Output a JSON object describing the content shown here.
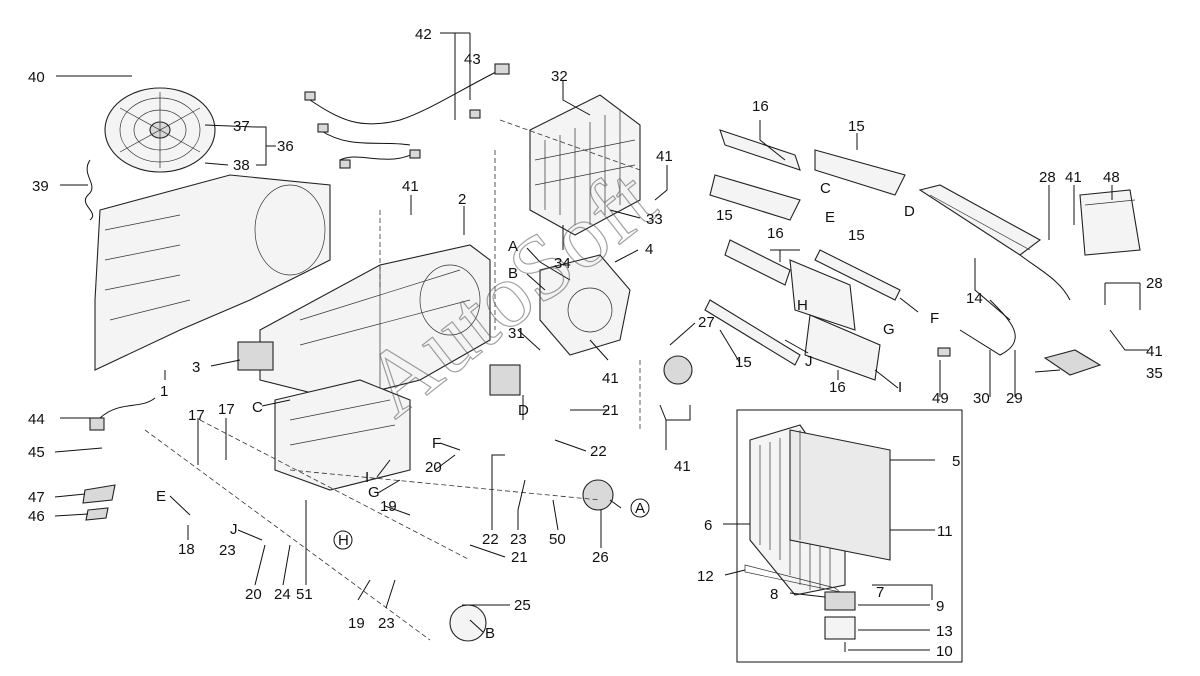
{
  "watermark": "AutoSoft",
  "callouts": [
    {
      "id": "c40",
      "text": "40"
    },
    {
      "id": "c42",
      "text": "42"
    },
    {
      "id": "c43",
      "text": "43"
    },
    {
      "id": "c32",
      "text": "32"
    },
    {
      "id": "c16a",
      "text": "16"
    },
    {
      "id": "c15a",
      "text": "15"
    },
    {
      "id": "c37",
      "text": "37"
    },
    {
      "id": "c36",
      "text": "36"
    },
    {
      "id": "c38",
      "text": "38"
    },
    {
      "id": "c39",
      "text": "39"
    },
    {
      "id": "c41a",
      "text": "41"
    },
    {
      "id": "c41b",
      "text": "41"
    },
    {
      "id": "c2",
      "text": "2"
    },
    {
      "id": "c33",
      "text": "33"
    },
    {
      "id": "c34",
      "text": "34"
    },
    {
      "id": "cC1",
      "text": "C"
    },
    {
      "id": "cD1",
      "text": "D"
    },
    {
      "id": "cE1",
      "text": "E"
    },
    {
      "id": "c28a",
      "text": "28"
    },
    {
      "id": "c41c",
      "text": "41"
    },
    {
      "id": "c48",
      "text": "48"
    },
    {
      "id": "c15b",
      "text": "15"
    },
    {
      "id": "c16b",
      "text": "16"
    },
    {
      "id": "c15c",
      "text": "15"
    },
    {
      "id": "cA1",
      "text": "A"
    },
    {
      "id": "cB1",
      "text": "B"
    },
    {
      "id": "c4",
      "text": "4"
    },
    {
      "id": "cH1",
      "text": "H"
    },
    {
      "id": "cG1",
      "text": "G"
    },
    {
      "id": "cF1",
      "text": "F"
    },
    {
      "id": "c14",
      "text": "14"
    },
    {
      "id": "c28b",
      "text": "28"
    },
    {
      "id": "c27",
      "text": "27"
    },
    {
      "id": "c31",
      "text": "31"
    },
    {
      "id": "c41d",
      "text": "41"
    },
    {
      "id": "c15d",
      "text": "15"
    },
    {
      "id": "cJ1",
      "text": "J"
    },
    {
      "id": "c16c",
      "text": "16"
    },
    {
      "id": "cI1",
      "text": "I"
    },
    {
      "id": "c41e",
      "text": "41"
    },
    {
      "id": "c49",
      "text": "49"
    },
    {
      "id": "c30",
      "text": "30"
    },
    {
      "id": "c29",
      "text": "29"
    },
    {
      "id": "c35",
      "text": "35"
    },
    {
      "id": "c3",
      "text": "3"
    },
    {
      "id": "c1",
      "text": "1"
    },
    {
      "id": "cC2",
      "text": "C"
    },
    {
      "id": "cD2",
      "text": "D"
    },
    {
      "id": "c21a",
      "text": "21"
    },
    {
      "id": "c44",
      "text": "44"
    },
    {
      "id": "c17a",
      "text": "17"
    },
    {
      "id": "c17b",
      "text": "17"
    },
    {
      "id": "cF2",
      "text": "F"
    },
    {
      "id": "c22a",
      "text": "22"
    },
    {
      "id": "c45",
      "text": "45"
    },
    {
      "id": "c20a",
      "text": "20"
    },
    {
      "id": "cI2",
      "text": "I"
    },
    {
      "id": "c41f",
      "text": "41"
    },
    {
      "id": "c5",
      "text": "5"
    },
    {
      "id": "cE2",
      "text": "E"
    },
    {
      "id": "cG2",
      "text": "G"
    },
    {
      "id": "c47",
      "text": "47"
    },
    {
      "id": "c19a",
      "text": "19"
    },
    {
      "id": "c46",
      "text": "46"
    },
    {
      "id": "cA2",
      "text": "A"
    },
    {
      "id": "c6",
      "text": "6"
    },
    {
      "id": "c11",
      "text": "11"
    },
    {
      "id": "c18",
      "text": "18"
    },
    {
      "id": "cJ2",
      "text": "J"
    },
    {
      "id": "c22b",
      "text": "22"
    },
    {
      "id": "c23a",
      "text": "23"
    },
    {
      "id": "c50",
      "text": "50"
    },
    {
      "id": "c23b",
      "text": "23"
    },
    {
      "id": "cH2",
      "text": "H"
    },
    {
      "id": "c26",
      "text": "26"
    },
    {
      "id": "c21b",
      "text": "21"
    },
    {
      "id": "c12",
      "text": "12"
    },
    {
      "id": "c7",
      "text": "7"
    },
    {
      "id": "c8",
      "text": "8"
    },
    {
      "id": "c9",
      "text": "9"
    },
    {
      "id": "c20b",
      "text": "20"
    },
    {
      "id": "c24",
      "text": "24"
    },
    {
      "id": "c51",
      "text": "51"
    },
    {
      "id": "c25",
      "text": "25"
    },
    {
      "id": "c19b",
      "text": "19"
    },
    {
      "id": "c23c",
      "text": "23"
    },
    {
      "id": "cB2",
      "text": "B"
    },
    {
      "id": "c13",
      "text": "13"
    },
    {
      "id": "c10",
      "text": "10"
    }
  ]
}
